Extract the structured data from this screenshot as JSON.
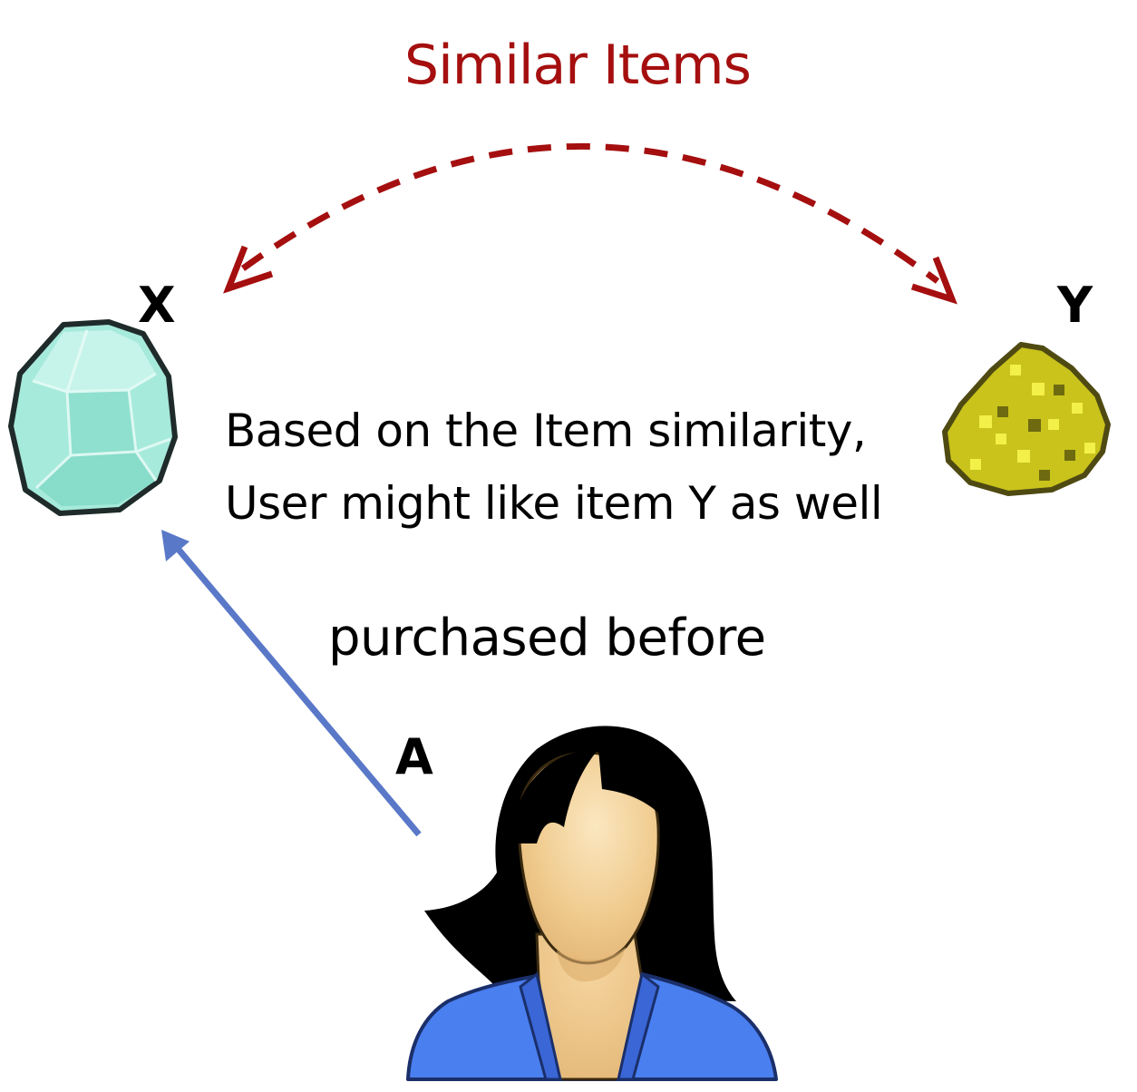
{
  "diagram": {
    "title": "Similar Items",
    "item_x_label": "X",
    "item_y_label": "Y",
    "user_label": "A",
    "description_line1": "Based on the Item similarity,",
    "description_line2": "User might like item Y as well",
    "relation_label": "purchased before"
  },
  "colors": {
    "similarity_arrow": "#a50f0f",
    "purchase_arrow": "#5a78c8",
    "gem_x": "#9fe8d8",
    "gem_y": "#c8c21a",
    "user_shirt": "#4a7ff0",
    "user_hair": "#000000",
    "user_skin": "#f0cc90"
  },
  "icons": {
    "item_x": "teal-gem-icon",
    "item_y": "yellow-gem-icon",
    "user": "user-avatar-icon"
  }
}
